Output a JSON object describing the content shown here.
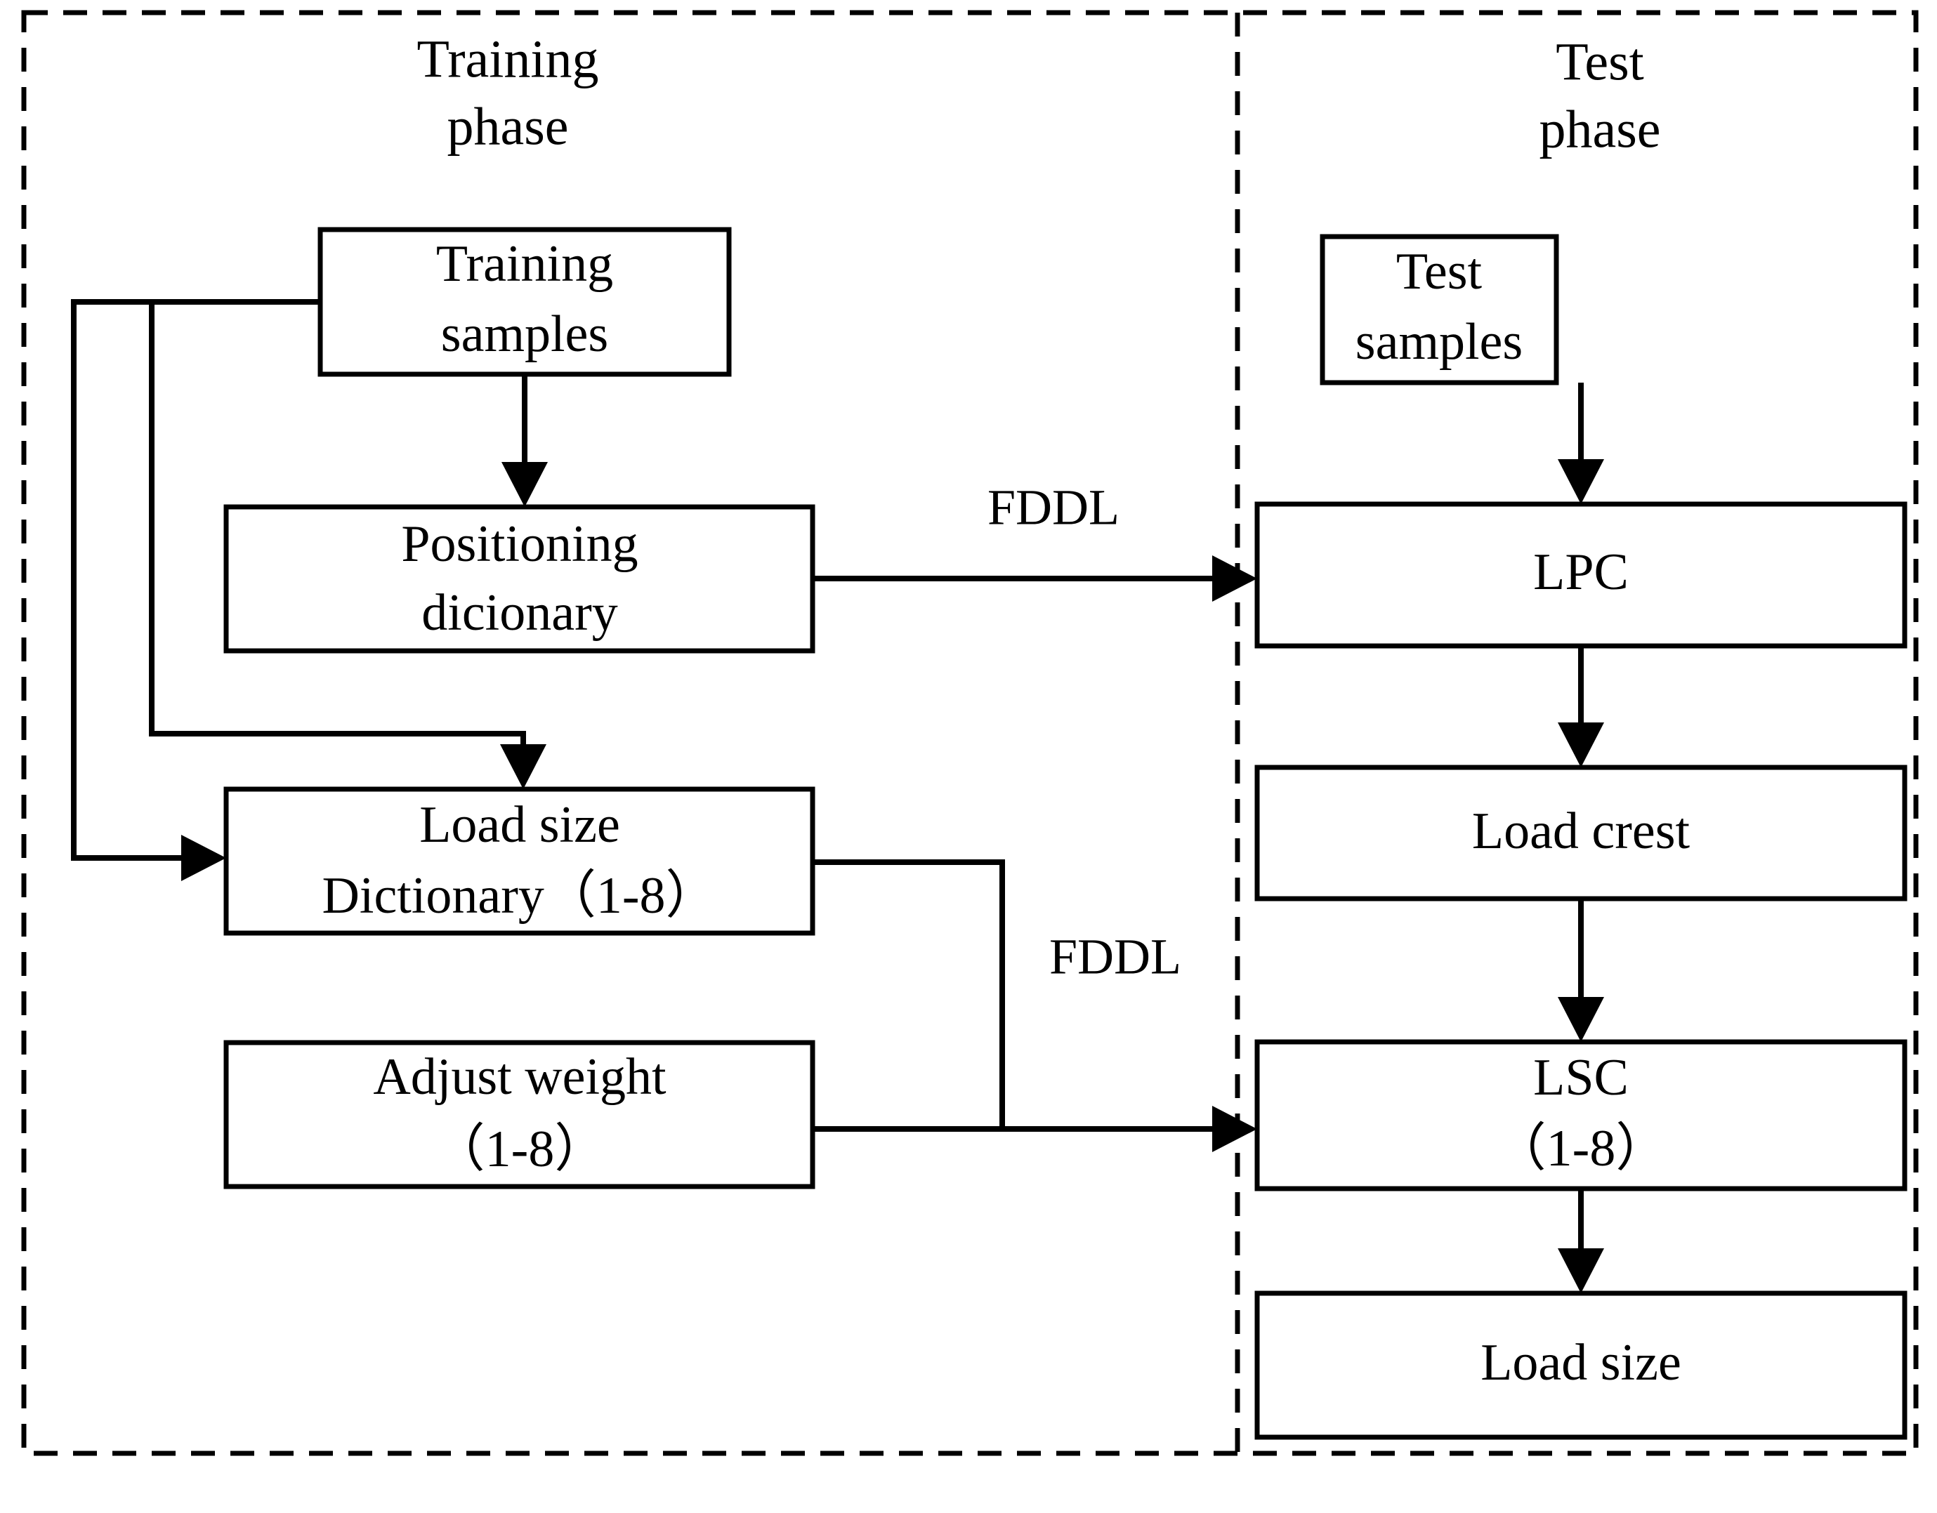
{
  "figure": {
    "type": "flowchart",
    "background": "#ffffff",
    "stroke_color": "#000000",
    "panels": [
      {
        "id": "training",
        "label": "Training\nphase",
        "label_line1": "Training",
        "label_line2": "phase"
      },
      {
        "id": "test",
        "label": "Test\nphase",
        "label_line1": "Test",
        "label_line2": "phase"
      }
    ]
  },
  "nodes": {
    "training_samples": {
      "line1": "Training",
      "line2": "samples"
    },
    "positioning_dictionary": {
      "line1": "Positioning",
      "line2": "dicionary"
    },
    "load_size_dictionary": {
      "line1": "Load size",
      "line2": "Dictionary（1-8）"
    },
    "adjust_weight": {
      "line1": "Adjust weight",
      "line2": "（1-8）"
    },
    "test_samples": {
      "line1": "Test",
      "line2": "samples"
    },
    "lpc": {
      "line1": "LPC"
    },
    "load_crest": {
      "line1": "Load crest"
    },
    "lsc": {
      "line1": "LSC",
      "line2": "（1-8）"
    },
    "load_size": {
      "line1": "Load size"
    }
  },
  "edge_labels": {
    "fddl_top": "FDDL",
    "fddl_bottom": "FDDL"
  }
}
